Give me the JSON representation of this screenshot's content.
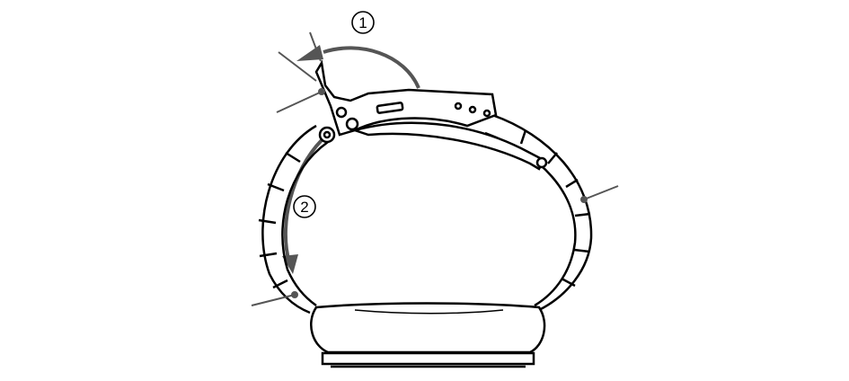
{
  "diagram": {
    "subject": "watch bracelet folding clasp",
    "steps": [
      {
        "number": "1",
        "meaning": "rotate clasp lever open"
      },
      {
        "number": "2",
        "meaning": "swing bracelet around"
      }
    ],
    "leader_lines": 4,
    "colors": {
      "line": "#000000",
      "arrow": "#555555",
      "leader": "#555555",
      "background": "#ffffff"
    }
  }
}
